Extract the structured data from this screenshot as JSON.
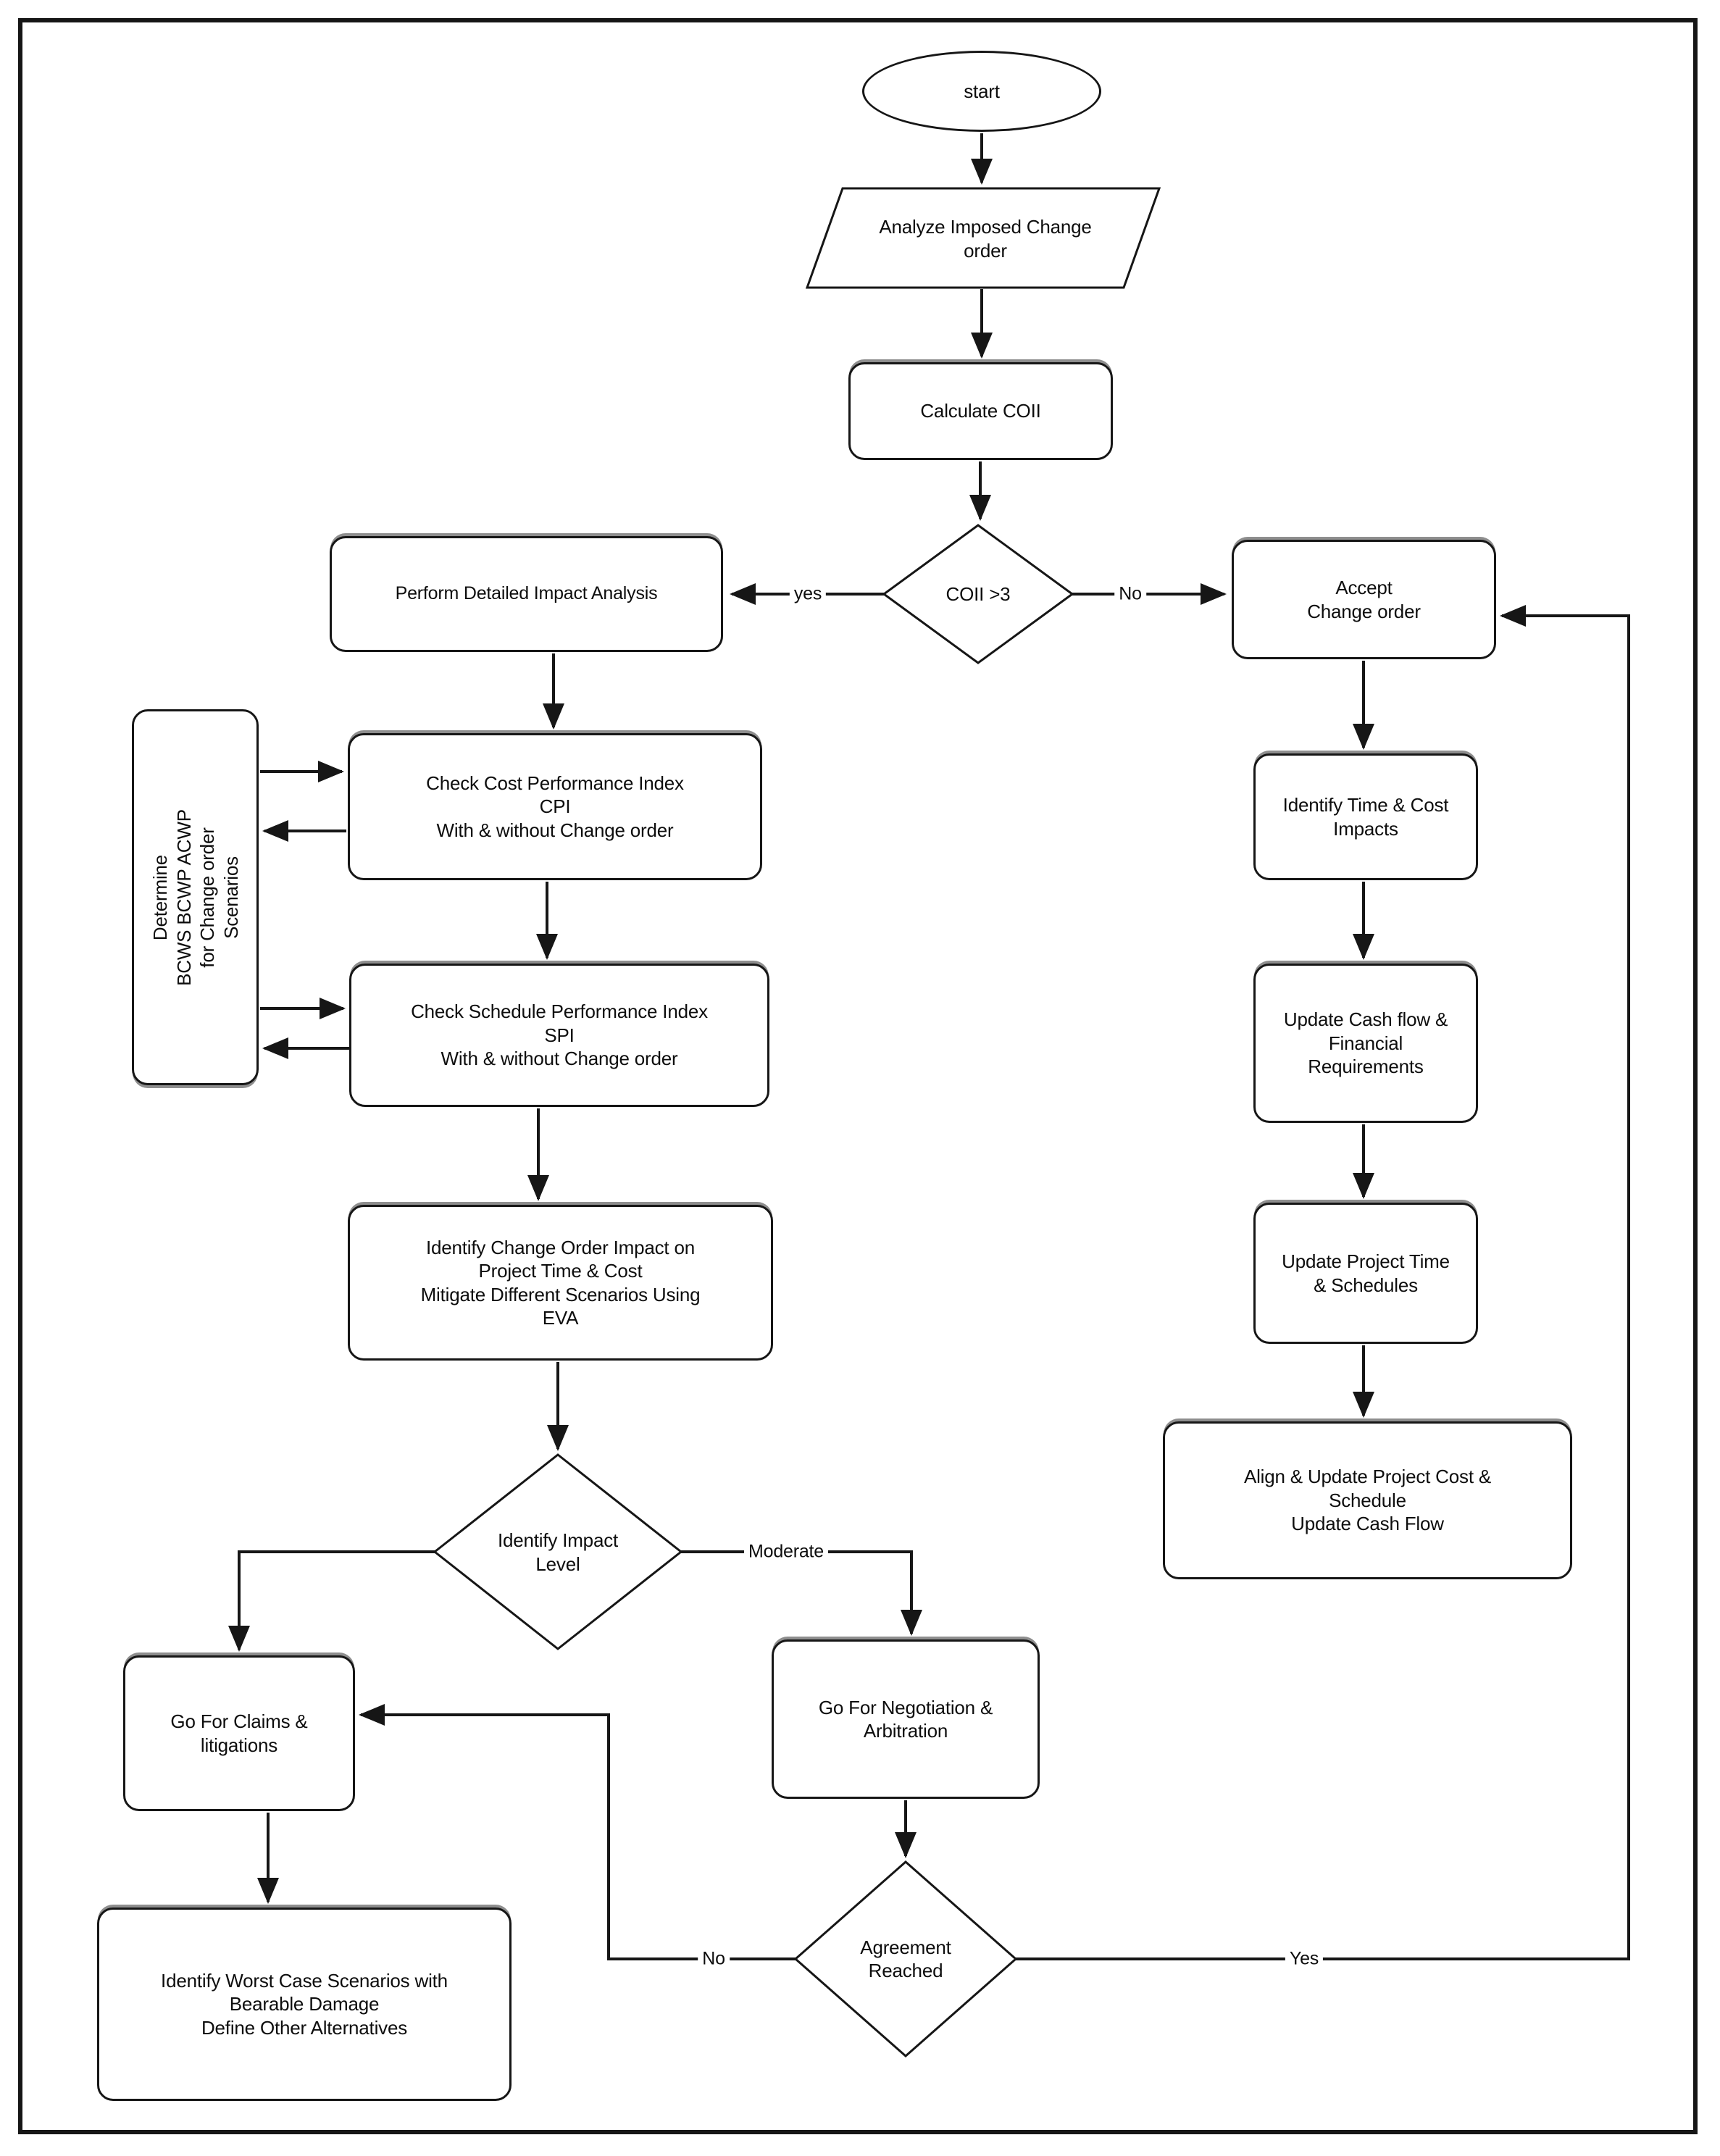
{
  "diagram": {
    "colors": {
      "background": "#ffffff",
      "line": "#161616",
      "text": "#0d0d0d",
      "shadow": "#8e8e8e"
    },
    "nodes": {
      "start": {
        "shape": "ellipse",
        "lines": [
          "start"
        ]
      },
      "analyze": {
        "shape": "parallelogram",
        "lines": [
          "Analyze Imposed Change",
          "order"
        ]
      },
      "calculate": {
        "shape": "rounded-rect",
        "lines": [
          "Calculate COII"
        ]
      },
      "coii_decision": {
        "shape": "diamond",
        "lines": [
          "COII >3"
        ]
      },
      "perform": {
        "shape": "rounded-rect",
        "lines": [
          "Perform Detailed Impact Analysis"
        ]
      },
      "determine": {
        "shape": "rounded-rect-vertical",
        "lines": [
          "Determine",
          "BCWS BCWP ACWP",
          "for Change order",
          "Scenarios"
        ]
      },
      "cpi": {
        "shape": "rounded-rect",
        "lines": [
          "Check Cost Performance Index",
          "CPI",
          "With & without Change order"
        ]
      },
      "spi": {
        "shape": "rounded-rect",
        "lines": [
          "Check Schedule Performance Index",
          "SPI",
          "With & without Change order"
        ]
      },
      "eva": {
        "shape": "rounded-rect",
        "lines": [
          "Identify Change Order Impact on",
          "Project Time & Cost",
          "Mitigate Different Scenarios Using",
          "EVA"
        ]
      },
      "impact_decision": {
        "shape": "diamond",
        "lines": [
          "Identify Impact",
          "Level"
        ]
      },
      "claims": {
        "shape": "rounded-rect",
        "lines": [
          "Go For Claims &",
          "litigations"
        ]
      },
      "negotiation": {
        "shape": "rounded-rect",
        "lines": [
          "Go For Negotiation &",
          "Arbitration"
        ]
      },
      "agreement_decision": {
        "shape": "diamond",
        "lines": [
          "Agreement",
          "Reached"
        ]
      },
      "worst_case": {
        "shape": "rounded-rect",
        "lines": [
          "Identify Worst Case Scenarios with",
          "Bearable Damage",
          "Define Other Alternatives"
        ]
      },
      "accept": {
        "shape": "rounded-rect",
        "lines": [
          "Accept",
          "Change order"
        ]
      },
      "time_cost": {
        "shape": "rounded-rect",
        "lines": [
          "Identify Time & Cost",
          "Impacts"
        ]
      },
      "cash_flow": {
        "shape": "rounded-rect",
        "lines": [
          "Update Cash flow &",
          "Financial",
          "Requirements"
        ]
      },
      "project_time": {
        "shape": "rounded-rect",
        "lines": [
          "Update Project Time",
          "& Schedules"
        ]
      },
      "align": {
        "shape": "rounded-rect",
        "lines": [
          "Align & Update Project Cost &",
          "Schedule",
          "Update Cash Flow"
        ]
      }
    },
    "edge_labels": {
      "coii_yes": "yes",
      "coii_no": "No",
      "impact_moderate": "Moderate",
      "agreement_no": "No",
      "agreement_yes": "Yes"
    }
  }
}
